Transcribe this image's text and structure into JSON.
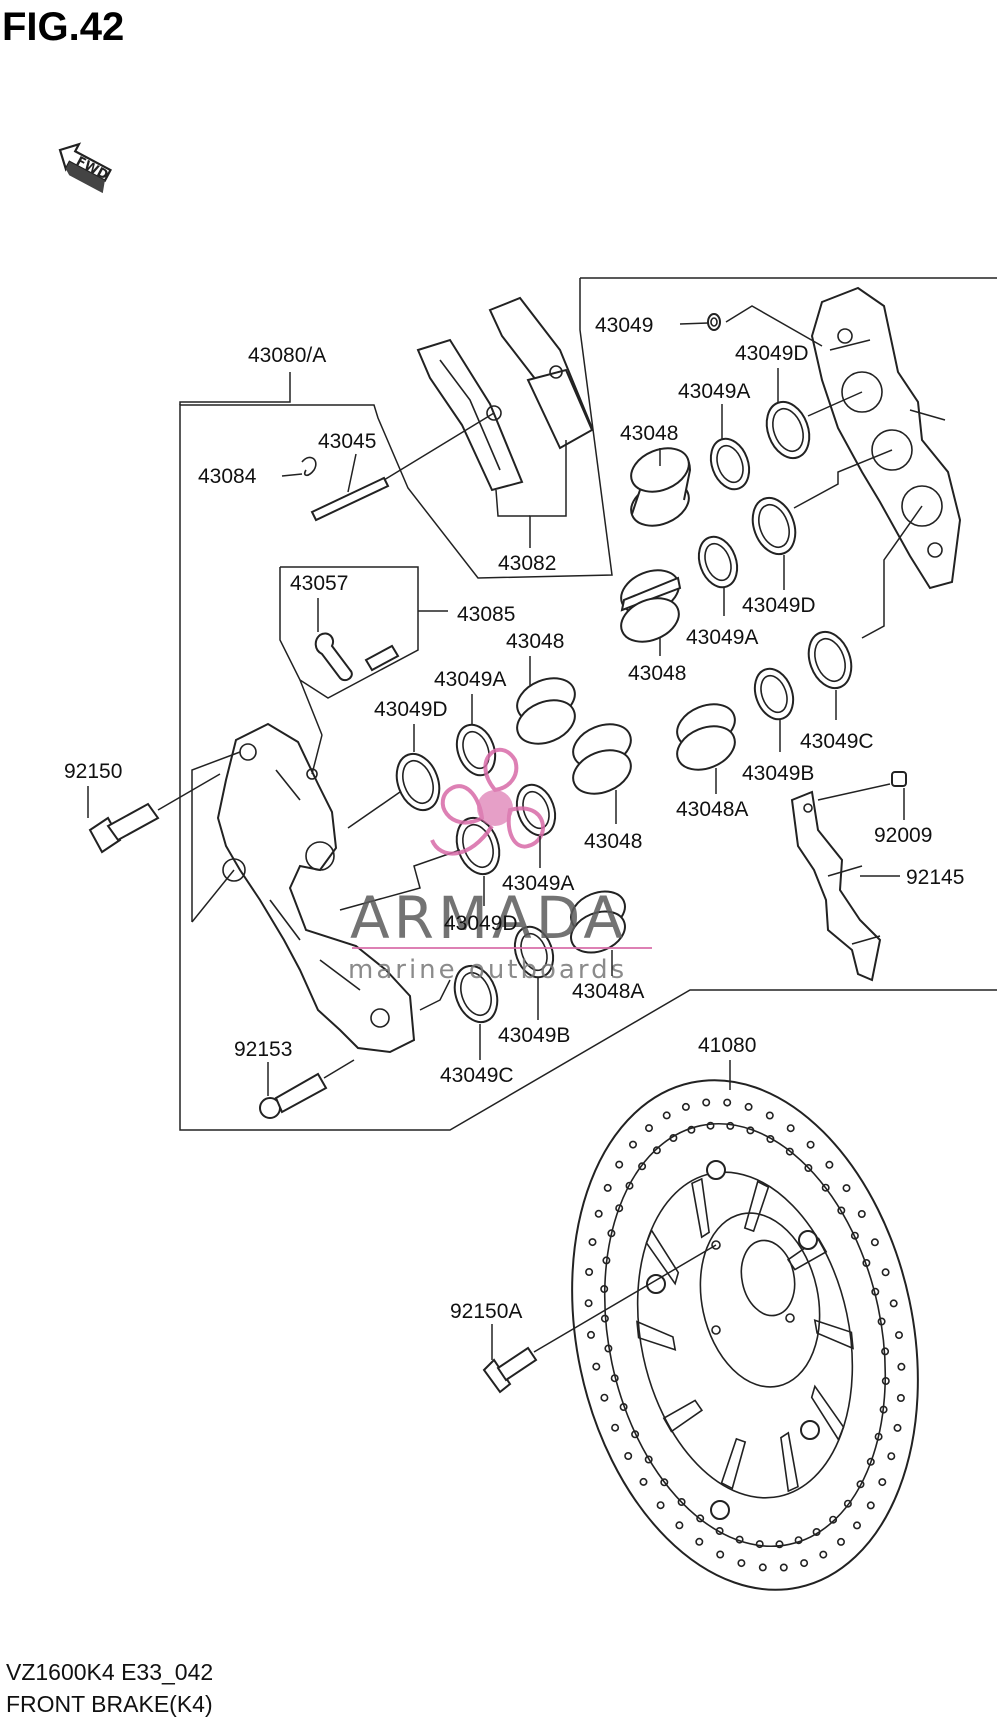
{
  "figure": {
    "title": "FIG.42",
    "fwd_label": "FWD",
    "model_code": "VZ1600K4 E33_042",
    "section_name": "FRONT BRAKE(K4)"
  },
  "watermark": {
    "brand": "ARMADA",
    "tagline": "marine outboards",
    "accent_color": "#d86aa8"
  },
  "parts": [
    {
      "id": "p1",
      "number": "43049"
    },
    {
      "id": "p2",
      "number": "43049D"
    },
    {
      "id": "p3",
      "number": "43080/A"
    },
    {
      "id": "p4",
      "number": "43049A"
    },
    {
      "id": "p5",
      "number": "43045"
    },
    {
      "id": "p6",
      "number": "43048"
    },
    {
      "id": "p7",
      "number": "43084"
    },
    {
      "id": "p8",
      "number": "43082"
    },
    {
      "id": "p9",
      "number": "43057"
    },
    {
      "id": "p10",
      "number": "43049D"
    },
    {
      "id": "p11",
      "number": "43085"
    },
    {
      "id": "p12",
      "number": "43048"
    },
    {
      "id": "p13",
      "number": "43049A"
    },
    {
      "id": "p14",
      "number": "43048"
    },
    {
      "id": "p15",
      "number": "43049A"
    },
    {
      "id": "p16",
      "number": "43049D"
    },
    {
      "id": "p17",
      "number": "43049C"
    },
    {
      "id": "p18",
      "number": "92150"
    },
    {
      "id": "p19",
      "number": "43049B"
    },
    {
      "id": "p20",
      "number": "43048A"
    },
    {
      "id": "p21",
      "number": "92009"
    },
    {
      "id": "p22",
      "number": "43048"
    },
    {
      "id": "p23",
      "number": "92145"
    },
    {
      "id": "p24",
      "number": "43049A"
    },
    {
      "id": "p25",
      "number": "43049D"
    },
    {
      "id": "p26",
      "number": "43048A"
    },
    {
      "id": "p27",
      "number": "92153"
    },
    {
      "id": "p28",
      "number": "43049B"
    },
    {
      "id": "p29",
      "number": "43049C"
    },
    {
      "id": "p30",
      "number": "41080"
    },
    {
      "id": "p31",
      "number": "92150A"
    }
  ]
}
